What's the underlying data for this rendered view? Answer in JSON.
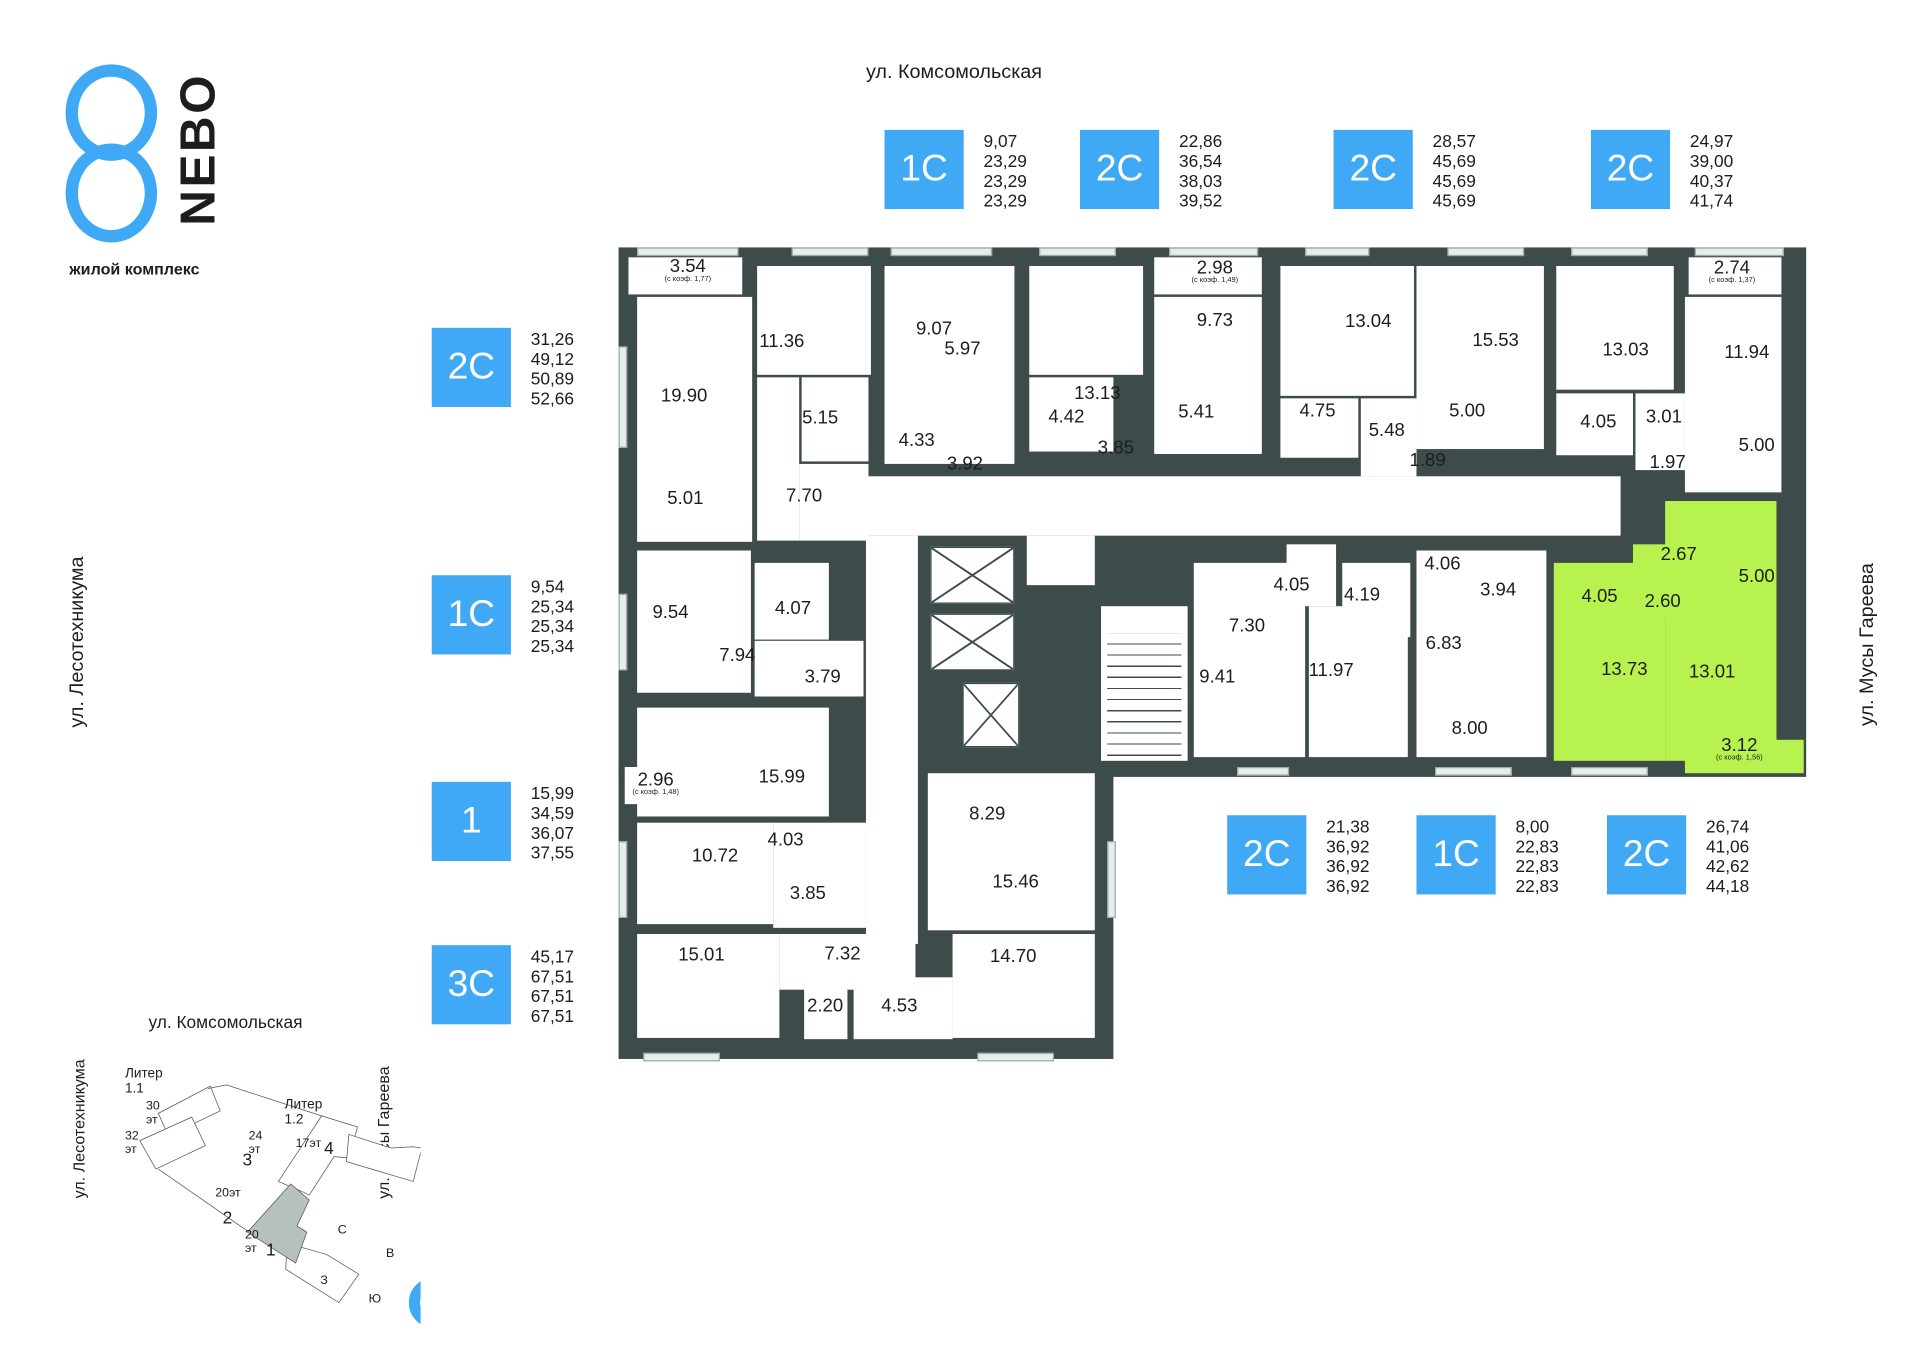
{
  "logo": {
    "digit": "8",
    "name": "NEBO",
    "subtitle": "жилой комплекс"
  },
  "streets": {
    "top": "ул. Комсомольская",
    "left": "ул. Лесотехникума",
    "right": "ул. Мусы Гареева"
  },
  "colors": {
    "brand_blue": "#3fa9f5",
    "wall": "#3d4b4b",
    "selected": "#b8f24e"
  },
  "apartments": [
    {
      "type": "1С",
      "areas": [
        "9,07",
        "23,29",
        "23,29",
        "23,29"
      ]
    },
    {
      "type": "2С",
      "areas": [
        "22,86",
        "36,54",
        "38,03",
        "39,52"
      ]
    },
    {
      "type": "2С",
      "areas": [
        "28,57",
        "45,69",
        "45,69",
        "45,69"
      ]
    },
    {
      "type": "2С",
      "areas": [
        "24,97",
        "39,00",
        "40,37",
        "41,74"
      ]
    },
    {
      "type": "2С",
      "areas": [
        "31,26",
        "49,12",
        "50,89",
        "52,66"
      ]
    },
    {
      "type": "1С",
      "areas": [
        "9,54",
        "25,34",
        "25,34",
        "25,34"
      ]
    },
    {
      "type": "1",
      "areas": [
        "15,99",
        "34,59",
        "36,07",
        "37,55"
      ]
    },
    {
      "type": "3С",
      "areas": [
        "45,17",
        "67,51",
        "67,51",
        "67,51"
      ]
    },
    {
      "type": "2С",
      "areas": [
        "21,38",
        "36,92",
        "36,92",
        "36,92"
      ]
    },
    {
      "type": "1С",
      "areas": [
        "8,00",
        "22,83",
        "22,83",
        "22,83"
      ]
    },
    {
      "type": "2С",
      "areas": [
        "26,74",
        "41,06",
        "42,62",
        "44,18"
      ]
    }
  ],
  "rooms": [
    {
      "area": "3.54",
      "note": "(с коэф. 1,77)"
    },
    {
      "area": "19.90"
    },
    {
      "area": "11.36"
    },
    {
      "area": "9.07"
    },
    {
      "area": "5.97"
    },
    {
      "area": "13.13"
    },
    {
      "area": "2.98",
      "note": "(с коэф. 1,49)"
    },
    {
      "area": "9.73"
    },
    {
      "area": "13.04"
    },
    {
      "area": "15.53"
    },
    {
      "area": "13.03"
    },
    {
      "area": "2.74",
      "note": "(с коэф. 1,37)"
    },
    {
      "area": "11.94"
    },
    {
      "area": "5.15"
    },
    {
      "area": "4.33"
    },
    {
      "area": "3.92"
    },
    {
      "area": "4.42"
    },
    {
      "area": "3.85"
    },
    {
      "area": "5.41"
    },
    {
      "area": "4.75"
    },
    {
      "area": "5.48"
    },
    {
      "area": "5.00"
    },
    {
      "area": "4.05"
    },
    {
      "area": "3.01"
    },
    {
      "area": "1.89"
    },
    {
      "area": "1.97"
    },
    {
      "area": "5.00"
    },
    {
      "area": "5.01"
    },
    {
      "area": "7.70"
    },
    {
      "area": "9.54"
    },
    {
      "area": "4.07"
    },
    {
      "area": "7.94"
    },
    {
      "area": "3.79"
    },
    {
      "area": "4.05"
    },
    {
      "area": "4.19"
    },
    {
      "area": "4.06"
    },
    {
      "area": "3.94"
    },
    {
      "area": "2.67"
    },
    {
      "area": "5.00"
    },
    {
      "area": "4.05"
    },
    {
      "area": "2.60"
    },
    {
      "area": "7.30"
    },
    {
      "area": "6.83"
    },
    {
      "area": "13.73"
    },
    {
      "area": "13.01"
    },
    {
      "area": "9.41"
    },
    {
      "area": "11.97"
    },
    {
      "area": "8.00"
    },
    {
      "area": "3.12",
      "note": "(с коэф. 1,56)"
    },
    {
      "area": "2.96",
      "note": "(с коэф. 1,48)"
    },
    {
      "area": "15.99"
    },
    {
      "area": "10.72"
    },
    {
      "area": "4.03"
    },
    {
      "area": "8.29"
    },
    {
      "area": "15.46"
    },
    {
      "area": "3.85"
    },
    {
      "area": "15.01"
    },
    {
      "area": "7.32"
    },
    {
      "area": "14.70"
    },
    {
      "area": "2.20"
    },
    {
      "area": "4.53"
    }
  ],
  "site_map": {
    "street_top": "ул. Комсомольская",
    "street_left": "ул. Лесотехникума",
    "street_right": "ул. Мусы Гареева",
    "liter_1": "Литер 1.1",
    "liter_2": "Литер 1.2",
    "floors_30": "30 эт",
    "floors_32": "32 эт",
    "floors_24": "24 эт",
    "floors_17": "17эт",
    "floors_20a": "20эт",
    "floors_20b": "20 эт",
    "section_1": "1",
    "section_2": "2",
    "section_3": "3",
    "section_4": "4",
    "compass": {
      "n": "С",
      "e": "В",
      "s": "Ю",
      "w": "З"
    }
  }
}
